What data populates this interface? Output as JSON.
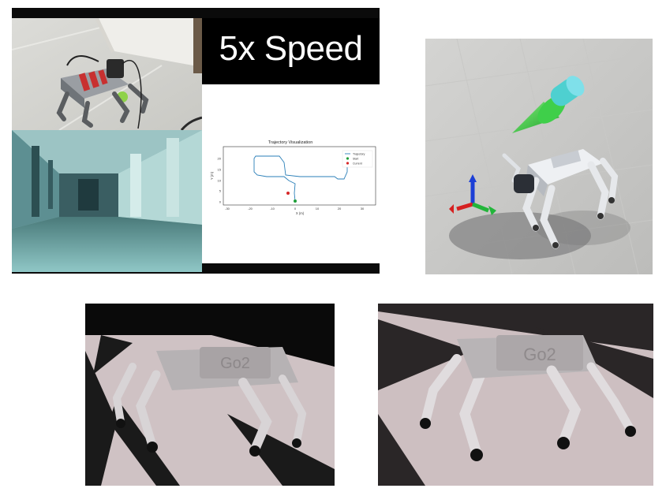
{
  "speed_banner": {
    "text": "5x Speed"
  },
  "trajectory_plot": {
    "title": "Trajectory Visualization",
    "xlabel": "X (m)",
    "ylabel": "Y (m)",
    "x_ticks": [
      "-30",
      "-20",
      "-10",
      "0",
      "10",
      "20",
      "30"
    ],
    "y_ticks": [
      "0",
      "5",
      "10",
      "15",
      "20"
    ],
    "legend": [
      "Trajectory",
      "Start",
      "Current"
    ]
  },
  "robot_model_label": "Go2",
  "colors": {
    "trajectory_line": "#2a7fb8",
    "start_marker": "#1f9e3a",
    "current_marker": "#d62728",
    "goal_arrow": "#2fbf3a",
    "banner_background": "#000000"
  }
}
